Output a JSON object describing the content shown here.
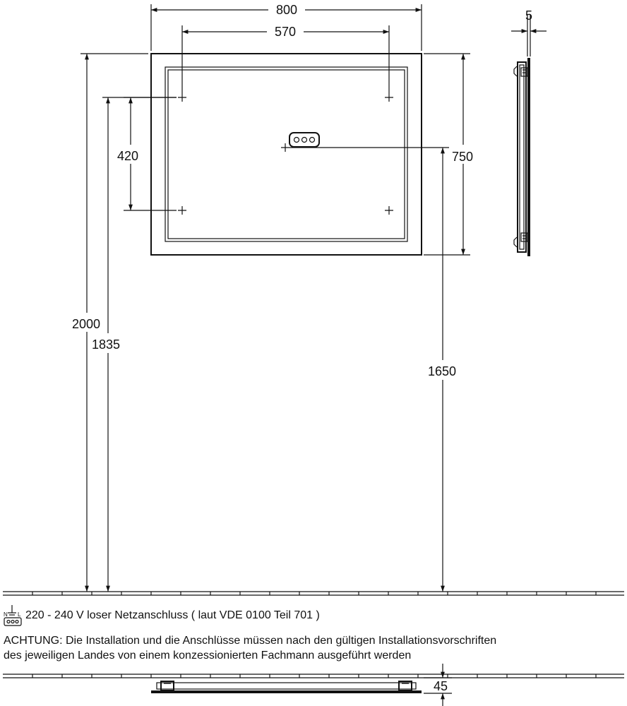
{
  "dimensions": {
    "width_overall": "800",
    "hole_spacing_horizontal": "570",
    "thickness": "5",
    "hole_spacing_vertical": "420",
    "height": "750",
    "top_edge_height": "2000",
    "hole_height": "1835",
    "connection_height": "1650",
    "depth": "45"
  },
  "notes": {
    "connection": "220 - 240 V loser Netzanschluss ( laut VDE 0100 Teil 701 )",
    "warning_line1": "ACHTUNG: Die Installation und die Anschlüsse müssen nach den gültigen Installationsvorschriften",
    "warning_line2": "des jeweiligen Landes von einem konzessionierten Fachmann ausgeführt werden"
  },
  "icons": {
    "connection_symbol": "power-connection-icon"
  }
}
